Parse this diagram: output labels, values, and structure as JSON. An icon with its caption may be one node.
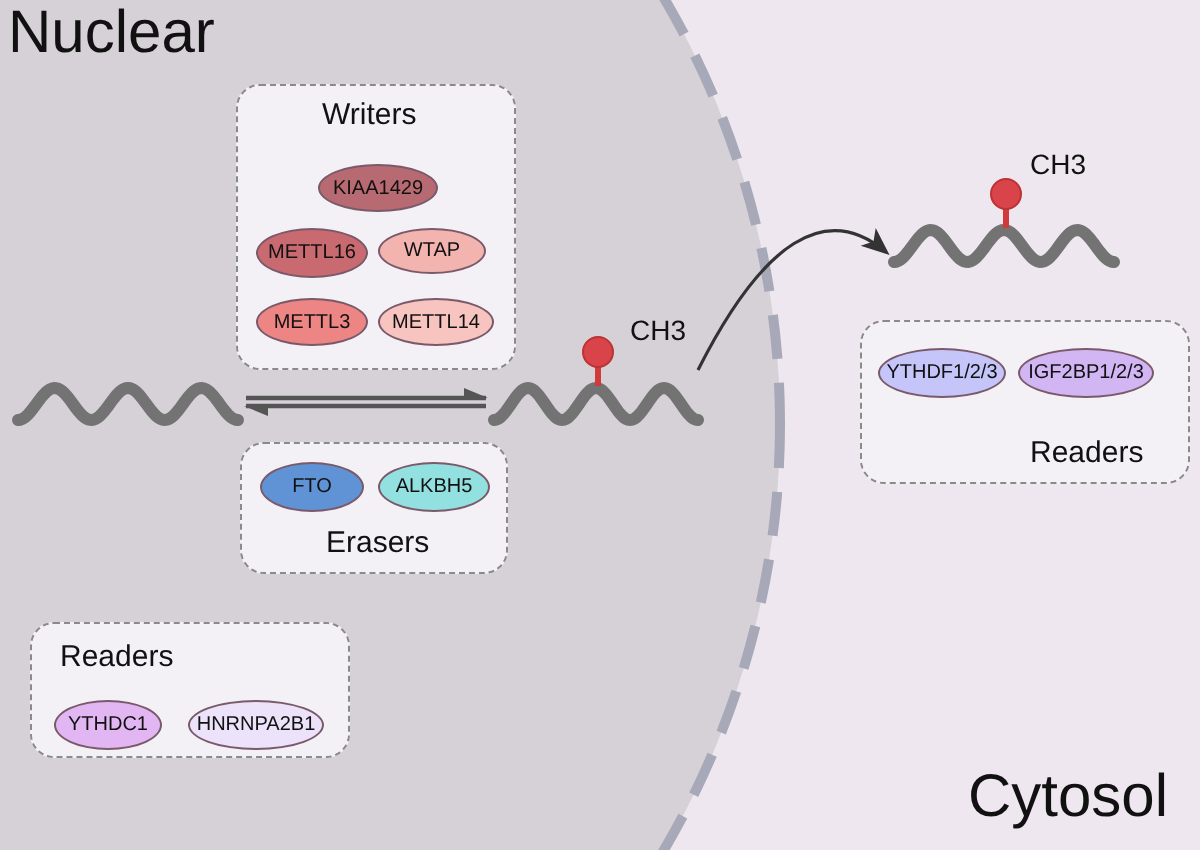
{
  "diagram": {
    "nodes": [
      {
        "text": [
          "Writers"
        ]
      },
      {
        "text": [
          "KIAA1429"
        ],
        "in": 0
      },
      {
        "text": [
          "METTL16"
        ],
        "in": 0
      },
      {
        "text": [
          "WTAP"
        ],
        "in": 0
      },
      {
        "text": [
          "METTL3"
        ],
        "in": 0
      },
      {
        "text": [
          "METTL14"
        ],
        "in": 0
      },
      {
        "text": [
          "Erasers"
        ]
      },
      {
        "text": [
          "FTO"
        ],
        "in": 6
      },
      {
        "text": [
          "ALKBH5"
        ],
        "in": 6
      },
      {
        "text": [
          "Readers"
        ]
      },
      {
        "text": [
          "YTHDC1"
        ],
        "in": 9
      },
      {
        "text": [
          "HNRNPA2B1"
        ],
        "in": 9
      },
      {
        "text": [
          "Readers"
        ]
      },
      {
        "text": [
          "YTHDF1/2/3"
        ],
        "in": 12
      },
      {
        "text": [
          "IGF2BP1/2/3"
        ],
        "in": 12
      },
      {
        "text": [],
        "shape": "picture"
      },
      {
        "text": [],
        "shape": "picture",
        "beside": [
          "CH3"
        ]
      },
      {
        "text": [],
        "shape": "picture",
        "beside": [
          "CH3"
        ]
      }
    ],
    "edges": [
      {
        "from": 15,
        "to": 16,
        "arrow": "to"
      },
      {
        "from": 16,
        "to": 15,
        "arrow": "to"
      },
      {
        "from": 16,
        "to": 17,
        "arrow": "to"
      }
    ],
    "labels": [
      "Nuclear",
      "Cytosol"
    ]
  }
}
